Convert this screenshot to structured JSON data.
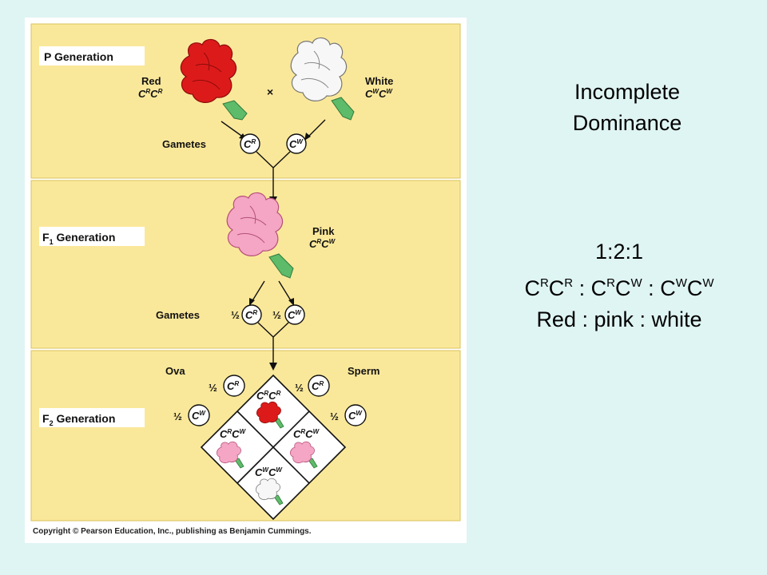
{
  "title": {
    "line1": "Incomplete",
    "line2": "Dominance"
  },
  "ratio": {
    "numbers": "1:2:1",
    "genotypes": [
      {
        "a": "C",
        "a_sup": "R",
        "b": "C",
        "b_sup": "R"
      },
      {
        "a": "C",
        "a_sup": "R",
        "b": "C",
        "b_sup": "W"
      },
      {
        "a": "C",
        "a_sup": "W",
        "b": "C",
        "b_sup": "W"
      }
    ],
    "separator": " : ",
    "phenotypes": "Red : pink : white"
  },
  "figure": {
    "p_generation": "P Generation",
    "f1_generation": {
      "prefix": "F",
      "sub": "1",
      "suffix": " Generation"
    },
    "f2_generation": {
      "prefix": "F",
      "sub": "2",
      "suffix": " Generation"
    },
    "red_label": "Red",
    "white_label": "White",
    "pink_label": "Pink",
    "cross": "×",
    "gametes": "Gametes",
    "half": "½",
    "ova": "Ova",
    "sperm": "Sperm",
    "allele_base": "C",
    "allele_r": "R",
    "allele_w": "W",
    "copyright": "Copyright © Pearson Education, Inc., publishing as Benjamin Cummings."
  },
  "colors": {
    "panel": "#fae89a",
    "red_flower": "#dd1a1a",
    "pink_flower": "#f4a6c4",
    "white_flower": "#f7f7f7",
    "leaf": "#5dbb6a",
    "background": "#dff5f3"
  }
}
